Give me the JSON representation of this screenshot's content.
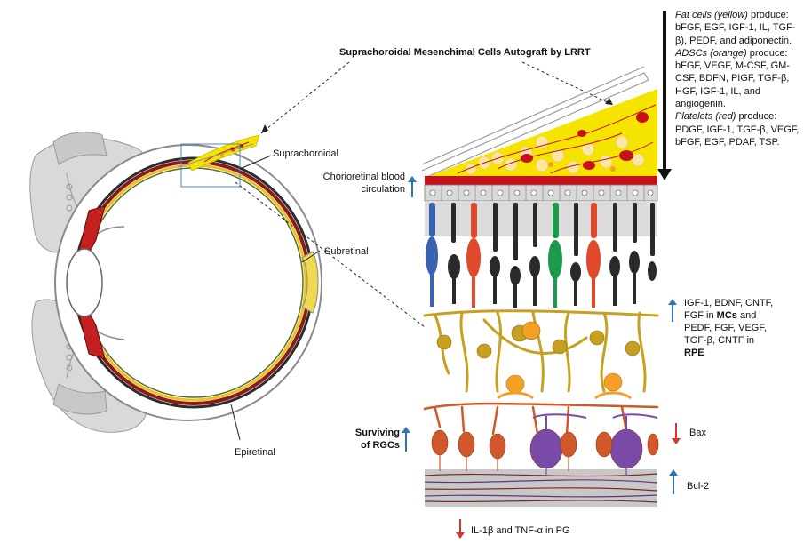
{
  "title": "Suprachoroidal Mesenchimal Cells Autograft by LRRT",
  "labels": {
    "suprachoroidal": "Suprachoroidal",
    "subretinal": "Subretinal",
    "epiretinal": "Epiretinal",
    "chorioretinal_line1": "Chorioretinal blood",
    "chorioretinal_line2": "circulation",
    "surviving_line1": "Surviving",
    "surviving_line2": "of RGCs",
    "bax": "Bax",
    "bcl2": "Bcl-2",
    "il": "IL-1β and TNF-α in PG"
  },
  "factors": {
    "line1": "IGF-1, BDNF, CNTF,",
    "line2a": "FGF in ",
    "line2b": "MCs",
    "line2c": " and",
    "line3": "PEDF, FGF, VEGF,",
    "line4": "TGF-β, CNTF in",
    "line5": "RPE"
  },
  "legend": {
    "fat_title": "Fat cells (yellow)",
    "fat_verb": " produce:",
    "fat_list": "bFGF, EGF, IGF-1, IL, TGF-β), PEDF, and adiponectin.",
    "adsc_title": "ADSCs (orange)",
    "adsc_verb": " produce:",
    "adsc_list": "bFGF, VEGF, M-CSF, GM-CSF, BDFN, PIGF, TGF-β, HGF, IGF-1, IL, and angiogenin.",
    "plt_title": "Platelets (red)",
    "plt_verb": " produce:",
    "plt_list": "PDGF, IGF-1, TGF-β, VEGF, bFGF, EGF, PDAF, TSP."
  },
  "colors": {
    "fat": "#f5e400",
    "adsc": "#f3a024",
    "platelet": "#c8101a",
    "arrow_up": "#2e75b6",
    "arrow_down": "#d9352b"
  }
}
